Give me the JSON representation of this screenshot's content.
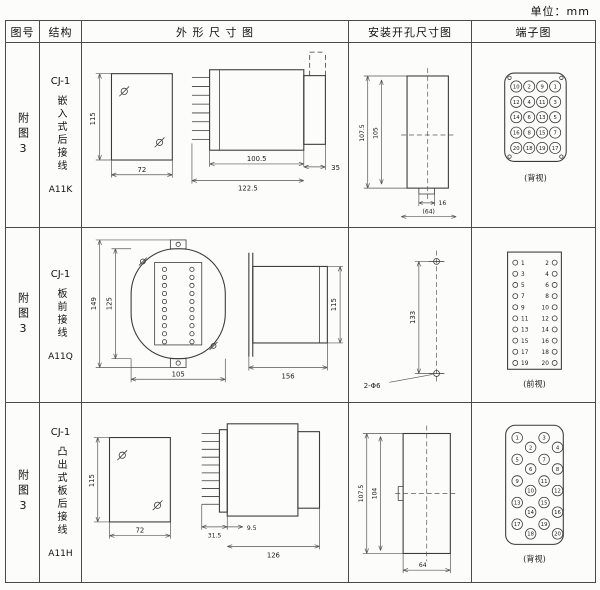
{
  "page": {
    "unit_label": "单位：mm"
  },
  "table": {
    "headers": {
      "fig_no": "图号",
      "structure": "结构",
      "outline": "外 形 尺 寸 图",
      "install": "安装开孔尺寸图",
      "terminal": "端子图"
    },
    "rows": [
      {
        "fig_no": "附图3",
        "series": "CJ-1",
        "structure": "嵌入式后接线",
        "model": "A11K",
        "outline": {
          "h": "115",
          "w": "72",
          "case_len": "100.5",
          "total_len": "122.5",
          "rear": "35"
        },
        "install": {
          "v_outer": "107.5",
          "v_inner": "105",
          "slot": "16",
          "width_ref": "(64)"
        },
        "terminal": {
          "view": "(背视)",
          "grid": [
            [
              10,
              2,
              9,
              1
            ],
            [
              12,
              4,
              11,
              3
            ],
            [
              14,
              6,
              13,
              5
            ],
            [
              16,
              8,
              15,
              7
            ],
            [
              20,
              18,
              19,
              17
            ]
          ]
        }
      },
      {
        "fig_no": "附图3",
        "series": "CJ-1",
        "structure": "板前接线",
        "model": "A11Q",
        "outline": {
          "h_total": "149",
          "h_flange": "125",
          "w_flange": "105",
          "depth": "156",
          "side_h": "115"
        },
        "install": {
          "v": "133",
          "holes": "2-Φ6"
        },
        "terminal": {
          "view": "(前视)",
          "pairs": [
            [
              1,
              2
            ],
            [
              3,
              4
            ],
            [
              5,
              6
            ],
            [
              7,
              8
            ],
            [
              9,
              10
            ],
            [
              11,
              12
            ],
            [
              13,
              14
            ],
            [
              15,
              16
            ],
            [
              17,
              18
            ],
            [
              19,
              20
            ]
          ]
        }
      },
      {
        "fig_no": "附图3",
        "series": "CJ-1",
        "structure": "凸出式板后接线",
        "model": "A11H",
        "outline": {
          "h": "115",
          "w": "72",
          "pin_len": "31.5",
          "offset": "9.5",
          "depth": "126"
        },
        "install": {
          "v_outer": "107.5",
          "v_inner": "104",
          "w": "64"
        },
        "terminal": {
          "view": "(背视)",
          "numbers": [
            1,
            2,
            3,
            4,
            5,
            6,
            7,
            8,
            9,
            10,
            11,
            12,
            13,
            14,
            15,
            16,
            17,
            18,
            19,
            20
          ]
        }
      }
    ]
  }
}
